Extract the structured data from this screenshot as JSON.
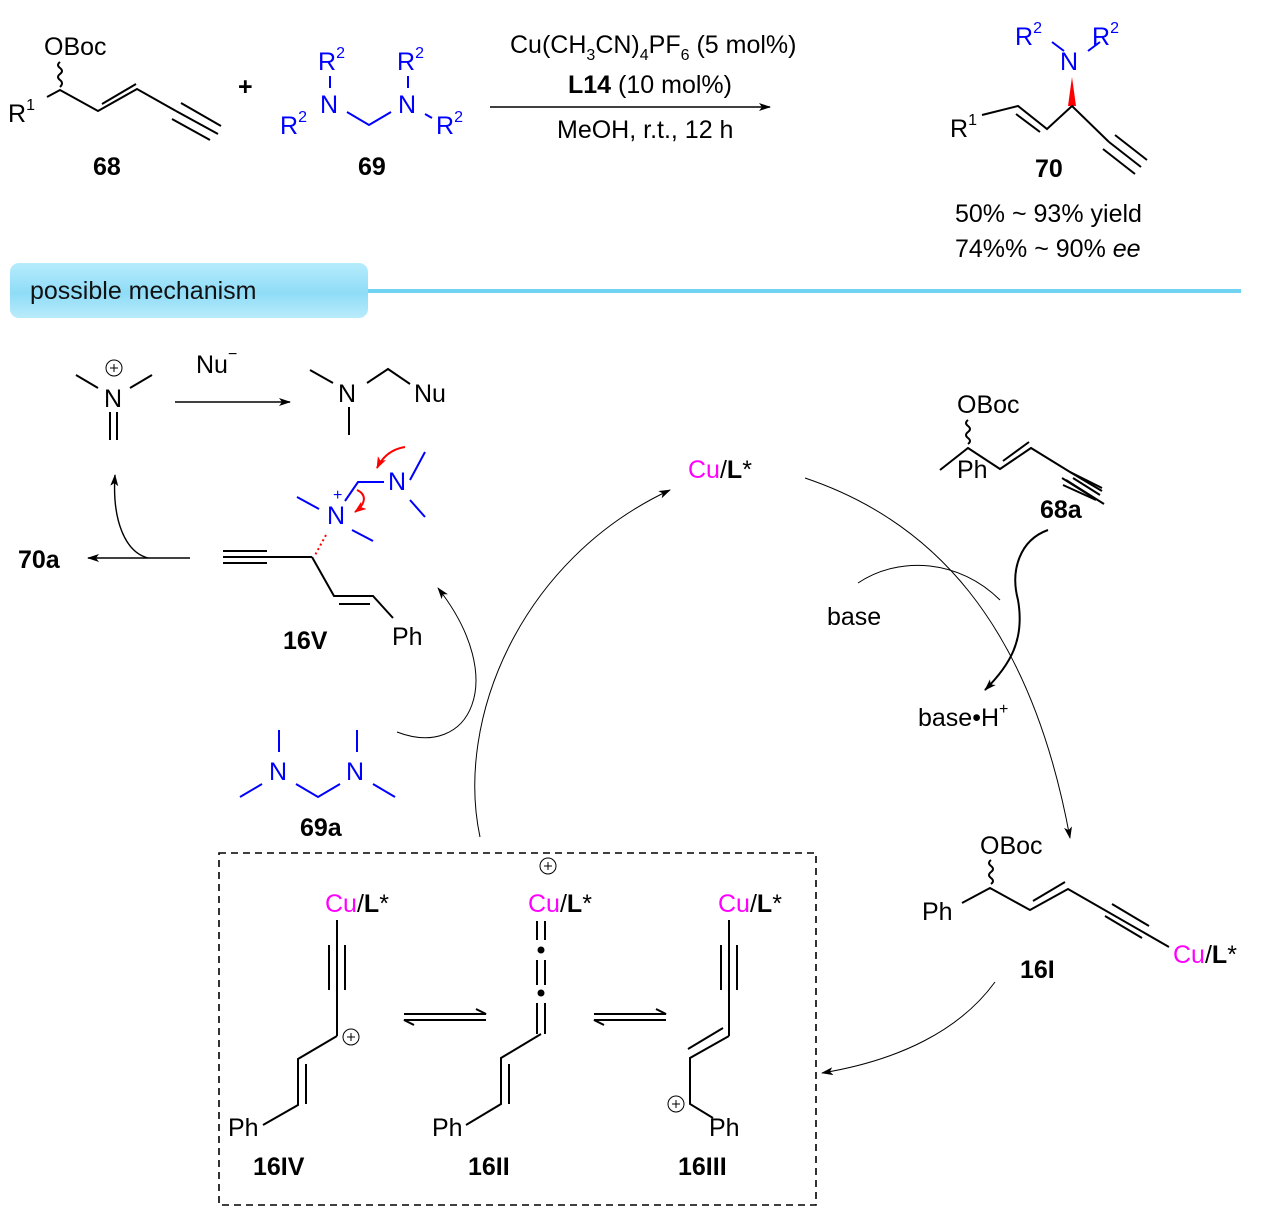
{
  "reaction": {
    "reactant1": {
      "id": "68",
      "substituent": "R",
      "substituent_sup": "1",
      "group": "OBoc"
    },
    "plus": "+",
    "reactant2": {
      "id": "69",
      "substituent": "R",
      "substituent_sup": "2",
      "atom": "N"
    },
    "conditions": {
      "catalyst_parts": [
        "Cu(CH",
        "3",
        "CN)",
        "4",
        "PF",
        "6",
        " (5 mol%)"
      ],
      "ligand": "L14",
      "ligand_loading": " (10 mol%)",
      "solvent_line": "MeOH, r.t., 12 h"
    },
    "product": {
      "id": "70",
      "substituent": "R",
      "substituent_sup": "1",
      "amine_sub": "R",
      "amine_sup": "2",
      "atom": "N",
      "yield": "50% ~ 93% yield",
      "ee_prefix": "74%% ~ 90% ",
      "ee_suffix": "ee"
    }
  },
  "mechanism": {
    "banner": "possible mechanism",
    "nucleophile": "Nu",
    "nucleophile_charge": "−",
    "iminium_atom": "N",
    "plus_sign": "+",
    "adduct_atom": "N",
    "adduct_group": "Nu",
    "product_label": "70a",
    "intermediate_16V": {
      "id": "16V",
      "atom": "N",
      "charge": "+",
      "aryl": "Ph"
    },
    "reagent_69a": {
      "id": "69a",
      "atom": "N"
    },
    "catalyst": {
      "metal": "Cu",
      "slash": "/",
      "ligand": "L",
      "star": "*"
    },
    "substrate_68a": {
      "id": "68a",
      "group": "OBoc",
      "aryl": "Ph"
    },
    "base": "base",
    "base_h": "base•H",
    "base_h_charge": "+",
    "intermediate_16I": {
      "id": "16I",
      "group": "OBoc",
      "aryl": "Ph"
    },
    "resonance": [
      {
        "id": "16IV",
        "aryl": "Ph"
      },
      {
        "id": "16II",
        "aryl": "Ph"
      },
      {
        "id": "16III",
        "aryl": "Ph"
      }
    ]
  },
  "colors": {
    "amine": "#0000ff",
    "copper": "#ff00ff",
    "arrow_push": "#ff0000",
    "banner": "#8fdcf7"
  }
}
